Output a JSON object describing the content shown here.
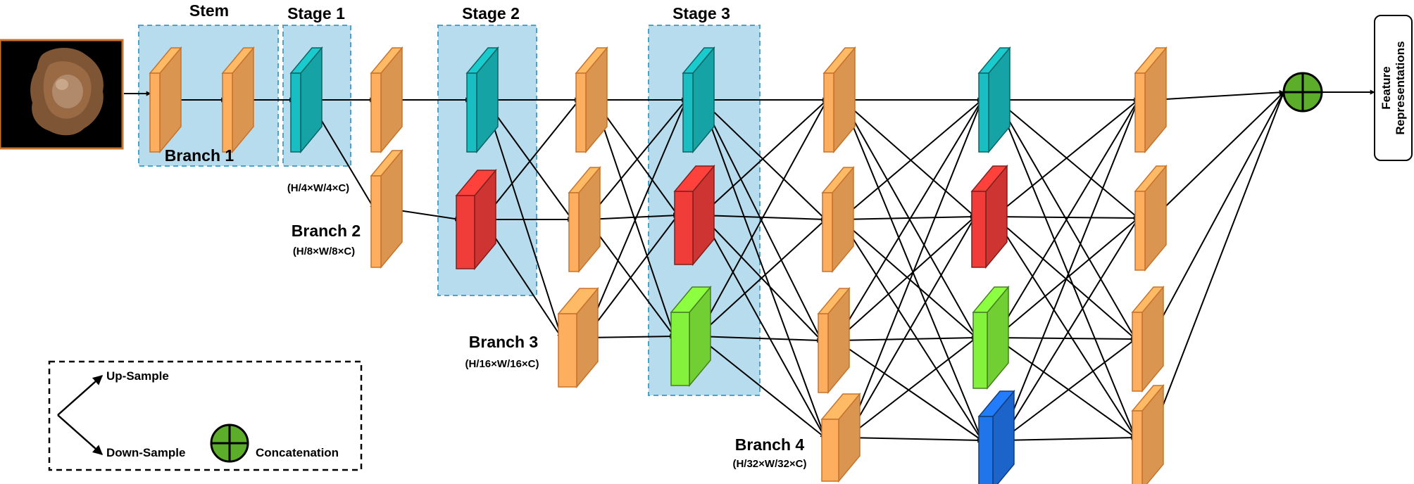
{
  "stages": {
    "stem": "Stem",
    "stage1": "Stage 1",
    "stage2": "Stage 2",
    "stage3": "Stage 3"
  },
  "branches": {
    "b1": "Branch 1",
    "b2": "Branch 2",
    "b2_dim": "(H/8×W/8×C)",
    "b1_dim": "(H/4×W/4×C)",
    "b3": "Branch 3",
    "b3_dim": "(H/16×W/16×C)",
    "b4": "Branch 4",
    "b4_dim": "(H/32×W/32×C)"
  },
  "legend": {
    "up": "Up-Sample",
    "down": "Down-Sample",
    "concat": "Concatenation"
  },
  "output": {
    "line1": "Feature",
    "line2": "Representations"
  },
  "colors": {
    "orange": "#f2a65a",
    "cyan": "#17b5b8",
    "red": "#e53a36",
    "green": "#7ee63a",
    "blue": "#1f6fe0",
    "stage_fill": "#b7dcee",
    "stage_border": "#4aa3c8",
    "concat": "#5cad2a"
  }
}
